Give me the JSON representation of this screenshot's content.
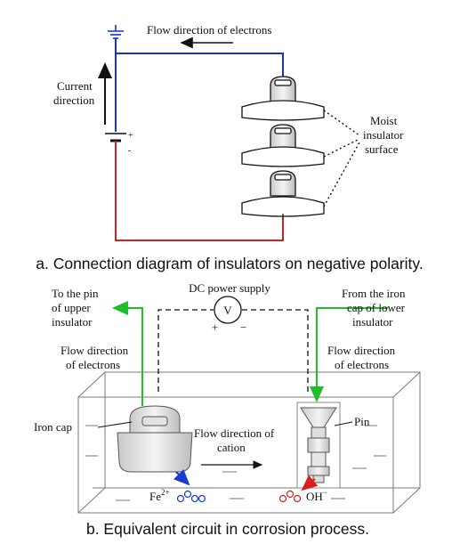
{
  "colors": {
    "blue_wire": "#1a2fd6",
    "red_wire": "#d42020",
    "green_wire": "#1fbf2a",
    "ink": "#111111",
    "fe_ion": "#1a3bd0",
    "oh_ion": "#d42020"
  },
  "diagram_a": {
    "top_label": "Flow direction of electrons",
    "current_label_line1": "Current",
    "current_label_line2": "direction",
    "battery_plus": "+",
    "battery_minus": "-",
    "moist_line1": "Moist",
    "moist_line2": "insulator",
    "moist_line3": "surface",
    "caption": "a. Connection diagram of insulators on negative polarity."
  },
  "diagram_b": {
    "dc_supply": "DC power supply",
    "voltmeter": "V",
    "plus": "+",
    "minus": "−",
    "left_top_line1": "To the pin",
    "left_top_line2": "of upper",
    "left_top_line3": "insulator",
    "right_top_line1": "From the iron",
    "right_top_line2": "cap of lower",
    "right_top_line3": "insulator",
    "left_flow_line1": "Flow direction",
    "left_flow_line2": "of electrons",
    "right_flow_line1": "Flow direction",
    "right_flow_line2": "of electrons",
    "iron_cap": "Iron cap",
    "pin": "Pin",
    "cation_line1": "Flow direction of",
    "cation_line2": "cation",
    "fe": "Fe",
    "fe_sup": "2+",
    "oh": "OH",
    "oh_sup": "−",
    "caption": "b. Equivalent circuit in corrosion process."
  }
}
